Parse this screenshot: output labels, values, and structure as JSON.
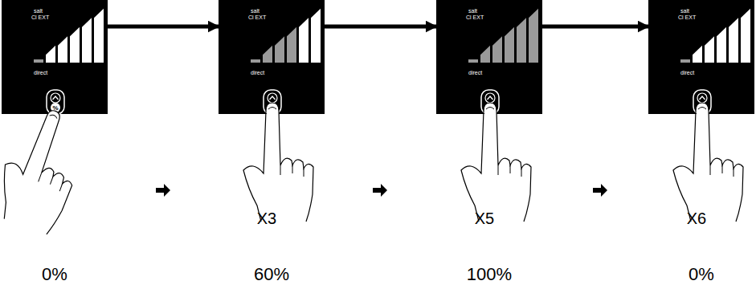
{
  "diagram": {
    "nodes": [
      {
        "text": [
          "salt",
          "Cl EXT",
          "direct"
        ]
      },
      {
        "text": [
          "salt",
          "Cl EXT",
          "direct"
        ]
      },
      {
        "text": [
          "salt",
          "Cl EXT",
          "direct"
        ]
      },
      {
        "text": [
          "salt",
          "Cl EXT",
          "direct"
        ]
      }
    ],
    "edges": [
      {
        "from": 0,
        "to": 1,
        "arrow": "to"
      },
      {
        "from": 1,
        "to": 2,
        "arrow": "to"
      },
      {
        "from": 2,
        "to": 3,
        "arrow": "to"
      }
    ],
    "labels": [
      "%",
      "X3",
      "X5",
      "X6",
      "0%",
      "60%",
      "100%",
      "0%"
    ]
  }
}
